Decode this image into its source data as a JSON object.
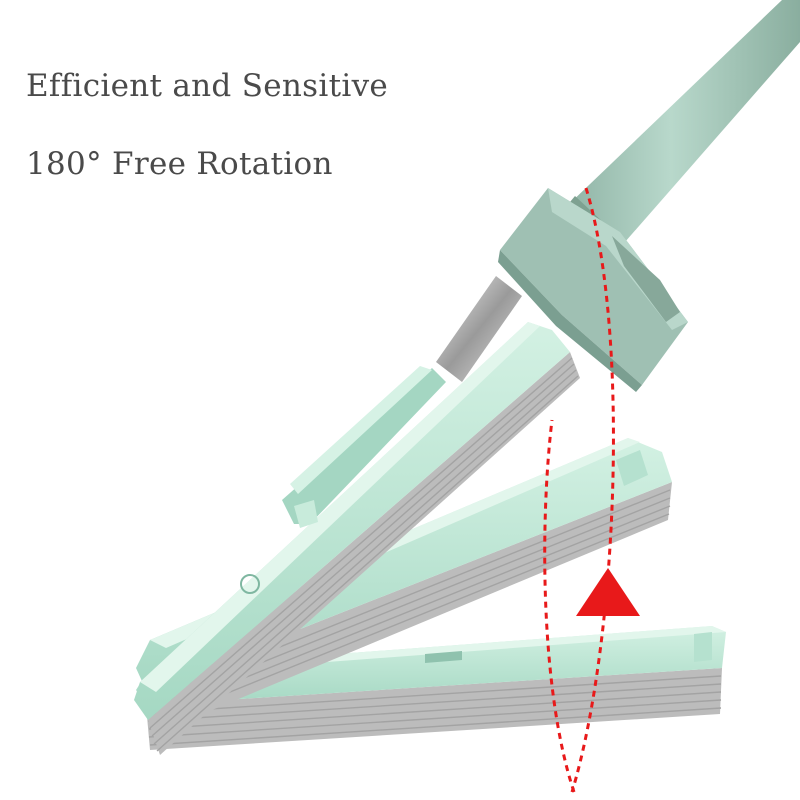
{
  "headline": {
    "line1": "Efficient and Sensitive",
    "line2": "180°  Free Rotation"
  },
  "colors": {
    "body_mint": "#a9dcc9",
    "body_mint_light": "#cdeee0",
    "body_mint_dark": "#86bda8",
    "handle_sage": "#9ebfb2",
    "sponge_gray": "#b9b9b9",
    "metal": "#d8d8d8",
    "rotation_arrow": "#e8191a"
  },
  "illustration": {
    "subject": "mop-head-rotation",
    "icons": [
      "mop-handle",
      "pivot-joint",
      "sponge-head",
      "rotation-arrow-icon"
    ]
  }
}
